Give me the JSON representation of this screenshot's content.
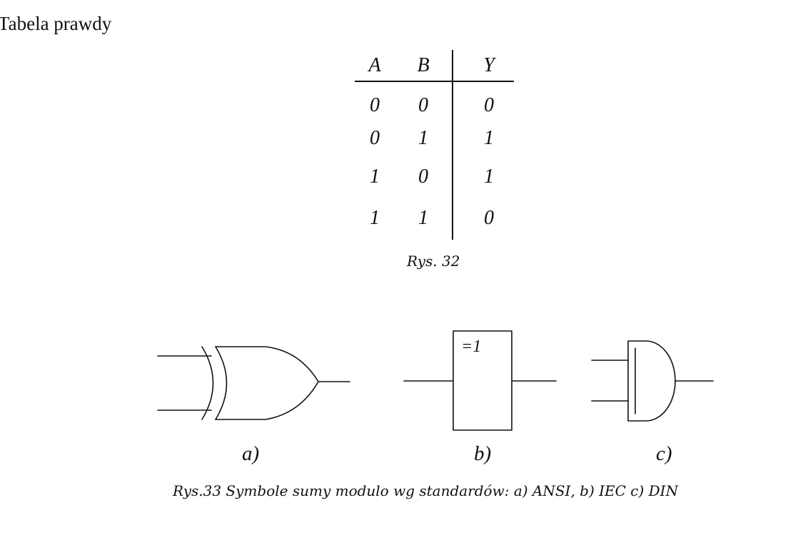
{
  "document": {
    "heading": "Tabela prawdy"
  },
  "truth_table": {
    "headers": [
      "A",
      "B",
      "Y"
    ],
    "rows": [
      [
        "0",
        "0",
        "0"
      ],
      [
        "0",
        "1",
        "1"
      ],
      [
        "1",
        "0",
        "1"
      ],
      [
        "1",
        "1",
        "0"
      ]
    ],
    "caption": "Rys. 32"
  },
  "figure33": {
    "labels": {
      "a": "a)",
      "b": "b)",
      "c": "c)"
    },
    "iec_symbol_text": "=1",
    "caption": "Rys.33 Symbole sumy modulo wg standardów: a) ANSI,  b) IEC c) DIN"
  }
}
